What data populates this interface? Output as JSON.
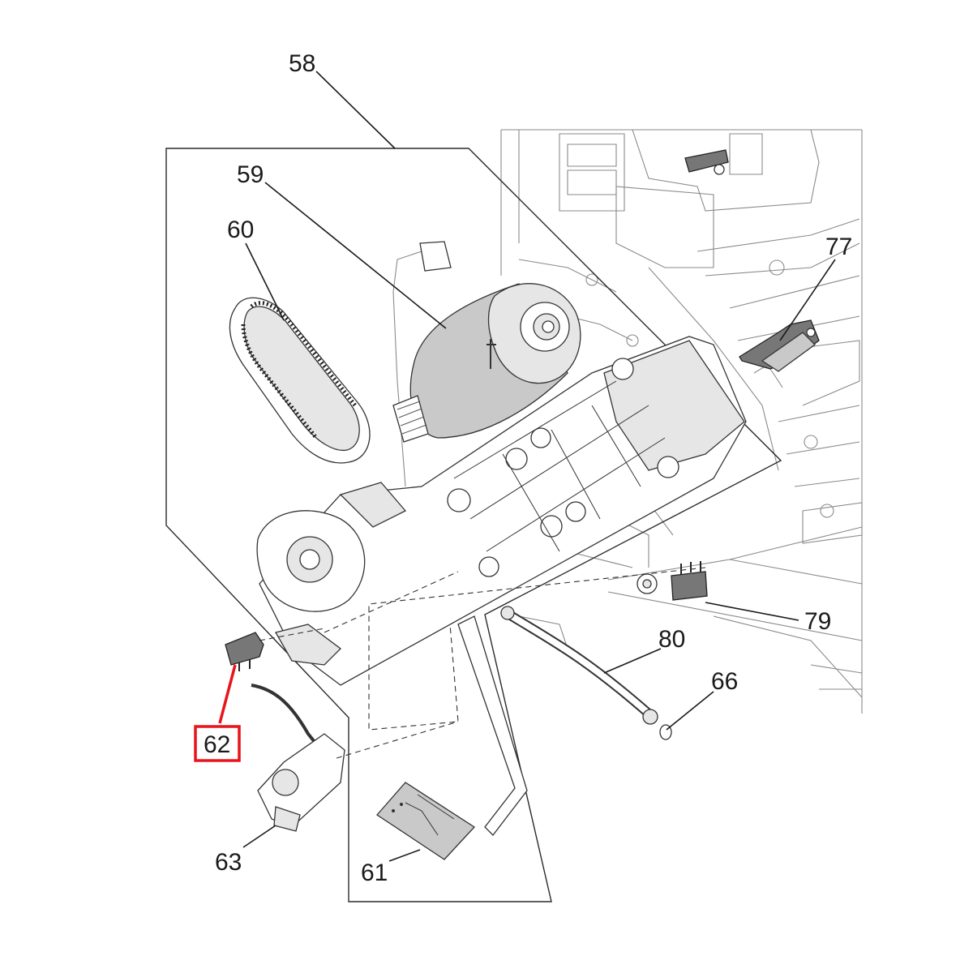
{
  "diagram": {
    "highlighted_part": "62",
    "highlight_color": "#e8141b",
    "parts": [
      {
        "id": "58",
        "label": "58"
      },
      {
        "id": "59",
        "label": "59"
      },
      {
        "id": "60",
        "label": "60"
      },
      {
        "id": "61",
        "label": "61"
      },
      {
        "id": "62",
        "label": "62"
      },
      {
        "id": "63",
        "label": "63"
      },
      {
        "id": "66",
        "label": "66"
      },
      {
        "id": "77",
        "label": "77"
      },
      {
        "id": "79",
        "label": "79"
      },
      {
        "id": "80",
        "label": "80"
      }
    ]
  }
}
